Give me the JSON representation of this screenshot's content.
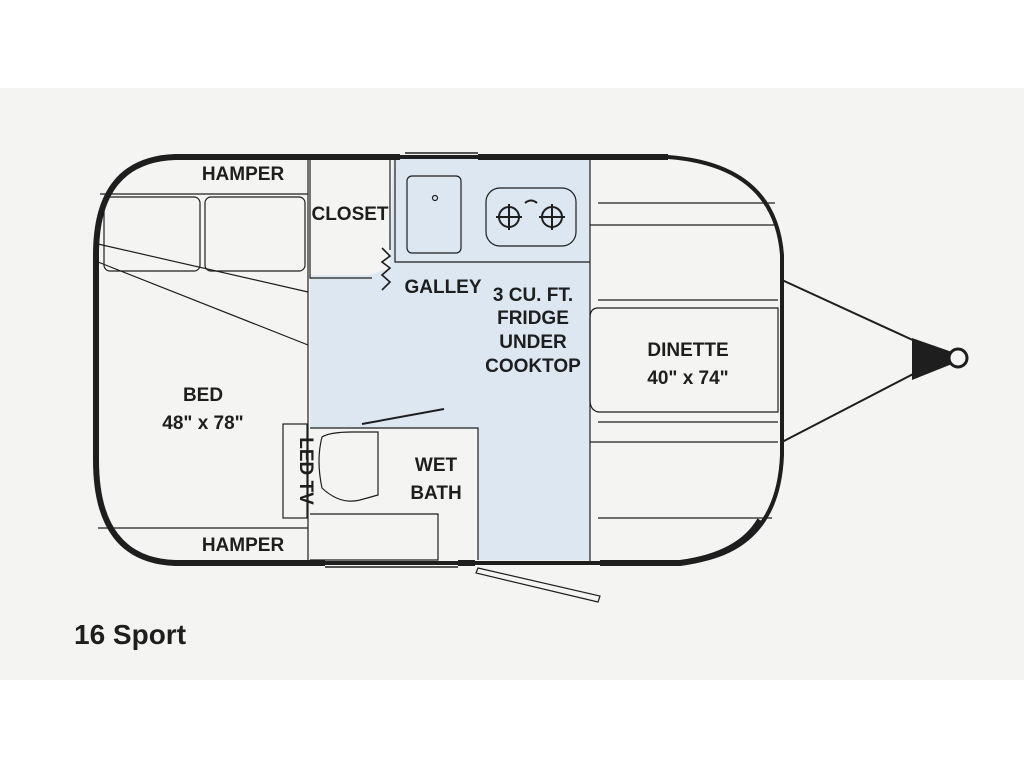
{
  "floorplan": {
    "model_name": "16 Sport",
    "labels": {
      "hamper_top": "HAMPER",
      "hamper_bottom": "HAMPER",
      "closet": "CLOSET",
      "galley": "GALLEY",
      "fridge_line1": "3 CU. FT.",
      "fridge_line2": "FRIDGE",
      "fridge_line3": "UNDER",
      "fridge_line4": "COOKTOP",
      "dinette_name": "DINETTE",
      "dinette_size": "40\" x 74\"",
      "bed_name": "BED",
      "bed_size": "48\" x 78\"",
      "led_tv": "LED TV",
      "wet_line1": "WET",
      "wet_line2": "BATH"
    },
    "colors": {
      "floor": "#dce7f2",
      "ink": "#1e1e1e",
      "sheet": "#f4f4f2"
    }
  }
}
